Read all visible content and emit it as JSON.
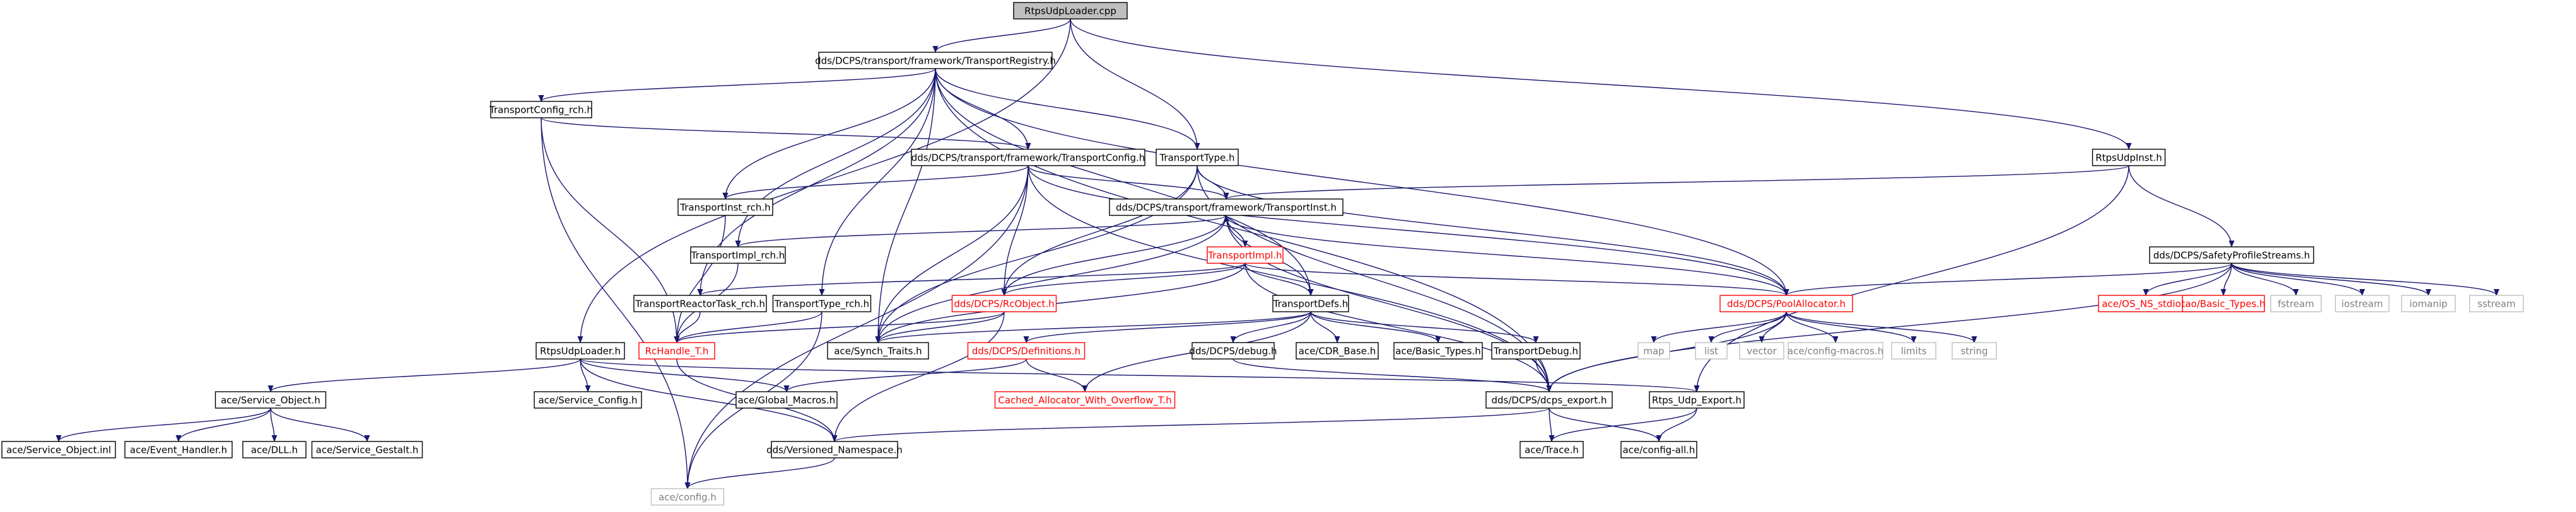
{
  "colors": {
    "edge": "#191970",
    "border_normal": "#000000",
    "border_missing": "#bfbfbf",
    "border_truncated": "#ff0000",
    "fill_root": "#bfbfbf",
    "fill": "#ffffff",
    "text_normal": "#000000",
    "text_missing": "#7f7f7f",
    "text_truncated": "#ff0000"
  },
  "nodes": [
    {
      "id": "root",
      "label": "RtpsUdpLoader.cpp",
      "style": "root"
    },
    {
      "id": "treg",
      "label": "dds/DCPS/transport/framework/TransportRegistry.h",
      "style": "normal"
    },
    {
      "id": "tcfgrch",
      "label": "TransportConfig_rch.h",
      "style": "normal"
    },
    {
      "id": "tcfg",
      "label": "dds/DCPS/transport/framework/TransportConfig.h",
      "style": "normal"
    },
    {
      "id": "ttype",
      "label": "TransportType.h",
      "style": "normal"
    },
    {
      "id": "rinst",
      "label": "RtpsUdpInst.h",
      "style": "normal"
    },
    {
      "id": "tinstrch",
      "label": "TransportInst_rch.h",
      "style": "normal"
    },
    {
      "id": "tinst",
      "label": "dds/DCPS/transport/framework/TransportInst.h",
      "style": "normal"
    },
    {
      "id": "timplrch",
      "label": "TransportImpl_rch.h",
      "style": "normal"
    },
    {
      "id": "timpl",
      "label": "TransportImpl.h",
      "style": "truncated"
    },
    {
      "id": "ssps",
      "label": "dds/DCPS/SafetyProfileStreams.h",
      "style": "normal"
    },
    {
      "id": "trtrch",
      "label": "TransportReactorTask_rch.h",
      "style": "normal"
    },
    {
      "id": "ttyperch",
      "label": "TransportType_rch.h",
      "style": "normal"
    },
    {
      "id": "rcobj",
      "label": "dds/DCPS/RcObject.h",
      "style": "truncated"
    },
    {
      "id": "tdefs",
      "label": "TransportDefs.h",
      "style": "normal"
    },
    {
      "id": "pool",
      "label": "dds/DCPS/PoolAllocator.h",
      "style": "truncated"
    },
    {
      "id": "osns",
      "label": "ace/OS_NS_stdio.h",
      "style": "truncated"
    },
    {
      "id": "taobt",
      "label": "tao/Basic_Types.h",
      "style": "truncated"
    },
    {
      "id": "fstream",
      "label": "fstream",
      "style": "missing"
    },
    {
      "id": "iostream",
      "label": "iostream",
      "style": "missing"
    },
    {
      "id": "iomanip",
      "label": "iomanip",
      "style": "missing"
    },
    {
      "id": "sstream",
      "label": "sstream",
      "style": "missing"
    },
    {
      "id": "rload",
      "label": "RtpsUdpLoader.h",
      "style": "normal"
    },
    {
      "id": "rchandle",
      "label": "RcHandle_T.h",
      "style": "truncated"
    },
    {
      "id": "synch",
      "label": "ace/Synch_Traits.h",
      "style": "normal"
    },
    {
      "id": "defs",
      "label": "dds/DCPS/Definitions.h",
      "style": "truncated"
    },
    {
      "id": "debug",
      "label": "dds/DCPS/debug.h",
      "style": "normal"
    },
    {
      "id": "cdrb",
      "label": "ace/CDR_Base.h",
      "style": "normal"
    },
    {
      "id": "acebt",
      "label": "ace/Basic_Types.h",
      "style": "normal"
    },
    {
      "id": "tdebug",
      "label": "TransportDebug.h",
      "style": "normal"
    },
    {
      "id": "map",
      "label": "map",
      "style": "missing"
    },
    {
      "id": "list",
      "label": "list",
      "style": "missing"
    },
    {
      "id": "vector",
      "label": "vector",
      "style": "missing"
    },
    {
      "id": "cfgmacros",
      "label": "ace/config-macros.h",
      "style": "missing"
    },
    {
      "id": "limits",
      "label": "limits",
      "style": "missing"
    },
    {
      "id": "string",
      "label": "string",
      "style": "missing"
    },
    {
      "id": "svcobj",
      "label": "ace/Service_Object.h",
      "style": "normal"
    },
    {
      "id": "svccfg",
      "label": "ace/Service_Config.h",
      "style": "normal"
    },
    {
      "id": "gmacros",
      "label": "ace/Global_Macros.h",
      "style": "normal"
    },
    {
      "id": "cached",
      "label": "Cached_Allocator_With_Overflow_T.h",
      "style": "truncated"
    },
    {
      "id": "dcpsexp",
      "label": "dds/DCPS/dcps_export.h",
      "style": "normal"
    },
    {
      "id": "rudpexp",
      "label": "Rtps_Udp_Export.h",
      "style": "normal"
    },
    {
      "id": "svcobjinl",
      "label": "ace/Service_Object.inl",
      "style": "normal"
    },
    {
      "id": "evh",
      "label": "ace/Event_Handler.h",
      "style": "normal"
    },
    {
      "id": "dll",
      "label": "ace/DLL.h",
      "style": "normal"
    },
    {
      "id": "gestalt",
      "label": "ace/Service_Gestalt.h",
      "style": "normal"
    },
    {
      "id": "vns",
      "label": "dds/Versioned_Namespace.h",
      "style": "normal"
    },
    {
      "id": "trace",
      "label": "ace/Trace.h",
      "style": "normal"
    },
    {
      "id": "cfgall",
      "label": "ace/config-all.h",
      "style": "normal"
    },
    {
      "id": "config",
      "label": "ace/config.h",
      "style": "missing"
    }
  ],
  "edges": [
    [
      "root",
      "treg"
    ],
    [
      "root",
      "ttype"
    ],
    [
      "root",
      "rinst"
    ],
    [
      "root",
      "rload"
    ],
    [
      "treg",
      "tcfgrch"
    ],
    [
      "treg",
      "tcfg"
    ],
    [
      "treg",
      "ttype"
    ],
    [
      "treg",
      "tinstrch"
    ],
    [
      "treg",
      "timplrch"
    ],
    [
      "treg",
      "trtrch"
    ],
    [
      "treg",
      "ttyperch"
    ],
    [
      "treg",
      "synch"
    ],
    [
      "treg",
      "tdefs"
    ],
    [
      "treg",
      "pool"
    ],
    [
      "treg",
      "dcpsexp"
    ],
    [
      "tcfgrch",
      "tcfg"
    ],
    [
      "tcfgrch",
      "rchandle"
    ],
    [
      "tcfgrch",
      "config"
    ],
    [
      "tcfg",
      "tinstrch"
    ],
    [
      "tcfg",
      "tinst"
    ],
    [
      "tcfg",
      "rcobj"
    ],
    [
      "tcfg",
      "synch"
    ],
    [
      "tcfg",
      "pool"
    ],
    [
      "tcfg",
      "dcpsexp"
    ],
    [
      "tcfg",
      "config"
    ],
    [
      "ttype",
      "tinst"
    ],
    [
      "ttype",
      "rcobj"
    ],
    [
      "ttype",
      "synch"
    ],
    [
      "ttype",
      "pool"
    ],
    [
      "ttype",
      "dcpsexp"
    ],
    [
      "rinst",
      "tinst"
    ],
    [
      "rinst",
      "ssps"
    ],
    [
      "rinst",
      "rudpexp"
    ],
    [
      "tinstrch",
      "rchandle"
    ],
    [
      "tinst",
      "timplrch"
    ],
    [
      "tinst",
      "timpl"
    ],
    [
      "tinst",
      "rcobj"
    ],
    [
      "tinst",
      "synch"
    ],
    [
      "tinst",
      "tdefs"
    ],
    [
      "tinst",
      "pool"
    ],
    [
      "tinst",
      "dcpsexp"
    ],
    [
      "timplrch",
      "rchandle"
    ],
    [
      "timpl",
      "tinst"
    ],
    [
      "timpl",
      "trtrch"
    ],
    [
      "timpl",
      "rcobj"
    ],
    [
      "timpl",
      "synch"
    ],
    [
      "timpl",
      "tdefs"
    ],
    [
      "timpl",
      "pool"
    ],
    [
      "timpl",
      "dcpsexp"
    ],
    [
      "ssps",
      "pool"
    ],
    [
      "ssps",
      "osns"
    ],
    [
      "ssps",
      "taobt"
    ],
    [
      "ssps",
      "fstream"
    ],
    [
      "ssps",
      "iostream"
    ],
    [
      "ssps",
      "iomanip"
    ],
    [
      "ssps",
      "sstream"
    ],
    [
      "ssps",
      "dcpsexp"
    ],
    [
      "trtrch",
      "rchandle"
    ],
    [
      "ttyperch",
      "rchandle"
    ],
    [
      "ttyperch",
      "config"
    ],
    [
      "rcobj",
      "rchandle"
    ],
    [
      "rcobj",
      "synch"
    ],
    [
      "rcobj",
      "vns"
    ],
    [
      "tdefs",
      "synch"
    ],
    [
      "tdefs",
      "defs"
    ],
    [
      "tdefs",
      "debug"
    ],
    [
      "tdefs",
      "cdrb"
    ],
    [
      "tdefs",
      "acebt"
    ],
    [
      "tdefs",
      "tdebug"
    ],
    [
      "tdefs",
      "cached"
    ],
    [
      "pool",
      "map"
    ],
    [
      "pool",
      "list"
    ],
    [
      "pool",
      "vector"
    ],
    [
      "pool",
      "cfgmacros"
    ],
    [
      "pool",
      "limits"
    ],
    [
      "pool",
      "string"
    ],
    [
      "pool",
      "dcpsexp"
    ],
    [
      "rload",
      "svcobj"
    ],
    [
      "rload",
      "svccfg"
    ],
    [
      "rload",
      "gmacros"
    ],
    [
      "rload",
      "rudpexp"
    ],
    [
      "rload",
      "vns"
    ],
    [
      "rchandle",
      "vns"
    ],
    [
      "defs",
      "gmacros"
    ],
    [
      "defs",
      "cached"
    ],
    [
      "debug",
      "dcpsexp"
    ],
    [
      "tdebug",
      "dcpsexp"
    ],
    [
      "svcobj",
      "svcobjinl"
    ],
    [
      "svcobj",
      "evh"
    ],
    [
      "svcobj",
      "dll"
    ],
    [
      "svcobj",
      "gestalt"
    ],
    [
      "dcpsexp",
      "vns"
    ],
    [
      "dcpsexp",
      "trace"
    ],
    [
      "dcpsexp",
      "cfgall"
    ],
    [
      "rudpexp",
      "trace"
    ],
    [
      "rudpexp",
      "cfgall"
    ],
    [
      "vns",
      "config"
    ]
  ]
}
